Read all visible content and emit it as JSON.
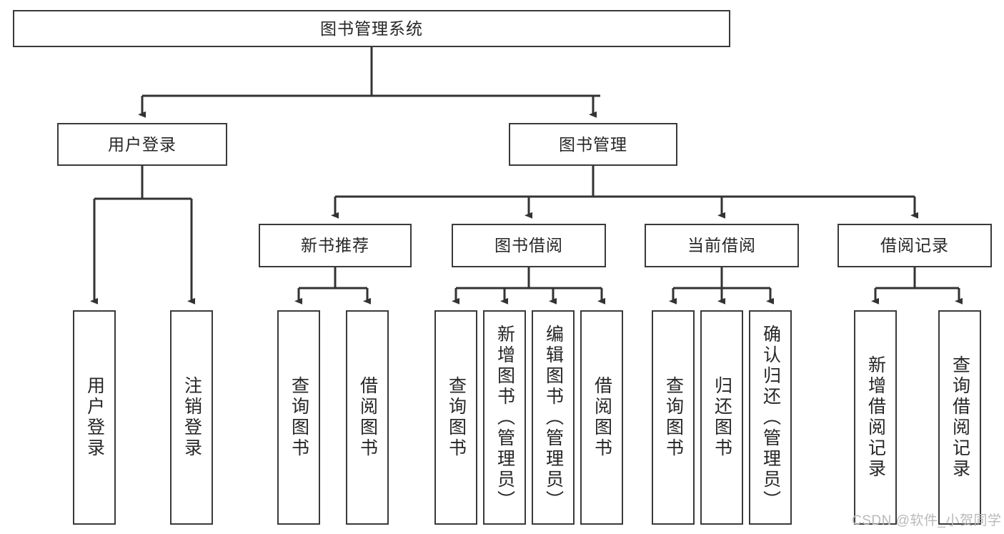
{
  "diagram": {
    "title": "图书管理系统",
    "watermark": "CSDN @软件_小贺同学",
    "colors": {
      "box_border": "#3a3a3a",
      "box_fill": "#ffffff",
      "edge": "#333333",
      "text": "#262626",
      "watermark": "#b9b9b9",
      "background": "#ffffff"
    },
    "nodes": {
      "root": {
        "label": "图书管理系统"
      },
      "level2": [
        {
          "id": "user-login",
          "label": "用户登录"
        },
        {
          "id": "book-management",
          "label": "图书管理"
        }
      ],
      "level3": [
        {
          "id": "new-book-recommend",
          "label": "新书推荐"
        },
        {
          "id": "book-borrow",
          "label": "图书借阅"
        },
        {
          "id": "current-borrow",
          "label": "当前借阅"
        },
        {
          "id": "borrow-record",
          "label": "借阅记录"
        }
      ],
      "leaves": {
        "user-login": [
          {
            "id": "leaf-user-login",
            "label": "用户登录"
          },
          {
            "id": "leaf-logout",
            "label": "注销登录"
          }
        ],
        "new-book-recommend": [
          {
            "id": "leaf-query-book-1",
            "label": "查询图书"
          },
          {
            "id": "leaf-borrow-book-1",
            "label": "借阅图书"
          }
        ],
        "book-borrow": [
          {
            "id": "leaf-query-book-2",
            "label": "查询图书"
          },
          {
            "id": "leaf-add-book",
            "label": "新增图书（管理员）"
          },
          {
            "id": "leaf-edit-book",
            "label": "编辑图书（管理员）"
          },
          {
            "id": "leaf-borrow-book-2",
            "label": "借阅图书"
          }
        ],
        "current-borrow": [
          {
            "id": "leaf-query-book-3",
            "label": "查询图书"
          },
          {
            "id": "leaf-return-book",
            "label": "归还图书"
          },
          {
            "id": "leaf-confirm-return",
            "label": "确认归还（管理员）"
          }
        ],
        "borrow-record": [
          {
            "id": "leaf-add-record",
            "label": "新增借阅记录"
          },
          {
            "id": "leaf-query-record",
            "label": "查询借阅记录"
          }
        ]
      }
    }
  }
}
